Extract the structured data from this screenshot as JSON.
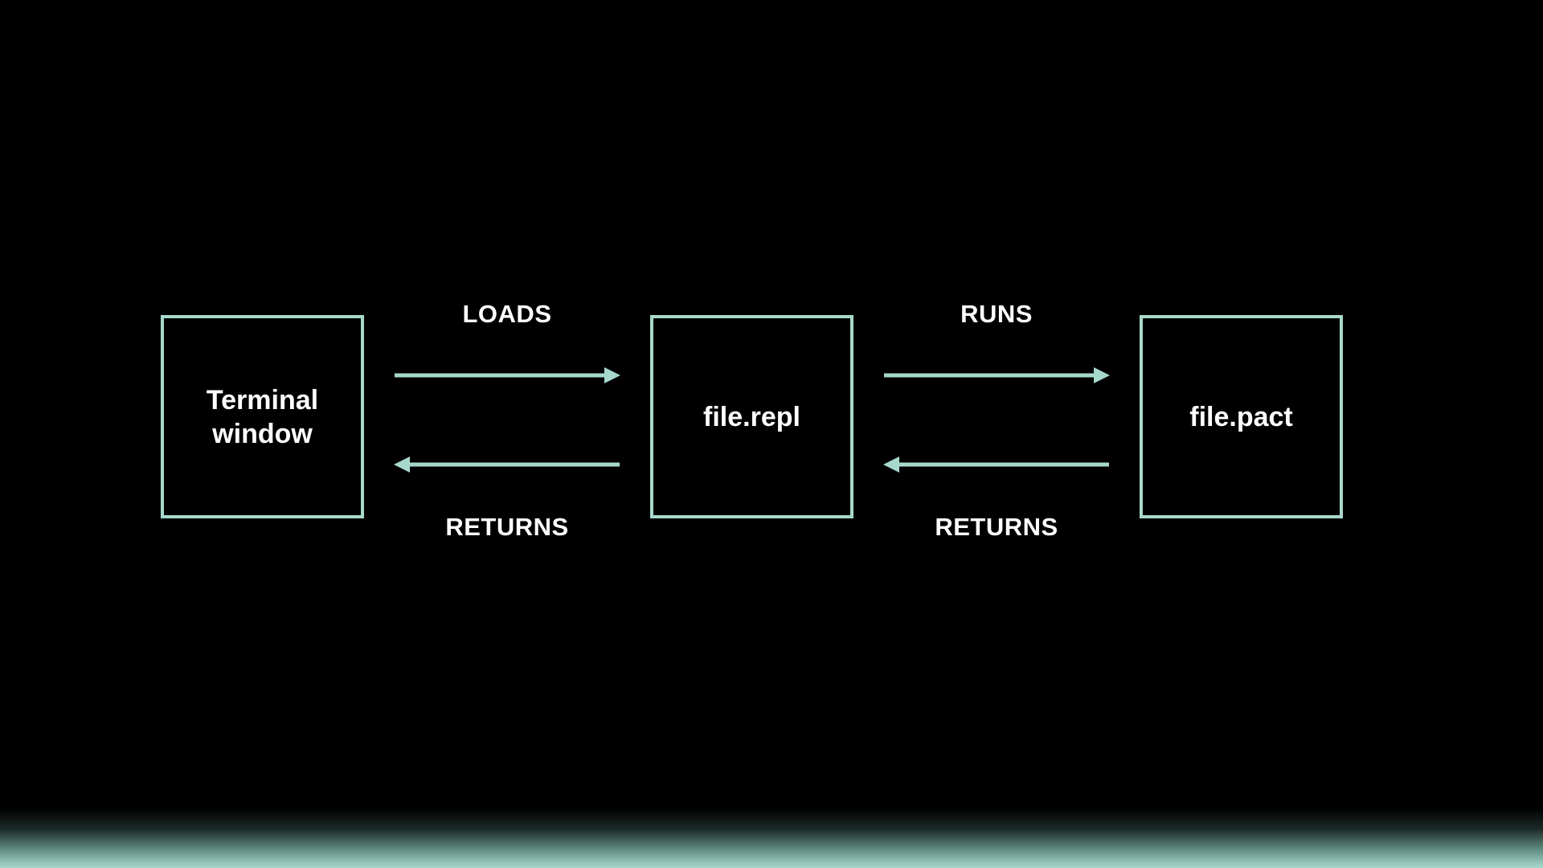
{
  "nodes": {
    "terminal": "Terminal\nwindow",
    "repl": "file.repl",
    "pact": "file.pact"
  },
  "edges": {
    "loads": "LOADS",
    "runs": "RUNS",
    "returns_1": "RETURNS",
    "returns_2": "RETURNS"
  },
  "colors": {
    "background": "#000000",
    "accent": "#a8d8cc",
    "text": "#ffffff"
  }
}
